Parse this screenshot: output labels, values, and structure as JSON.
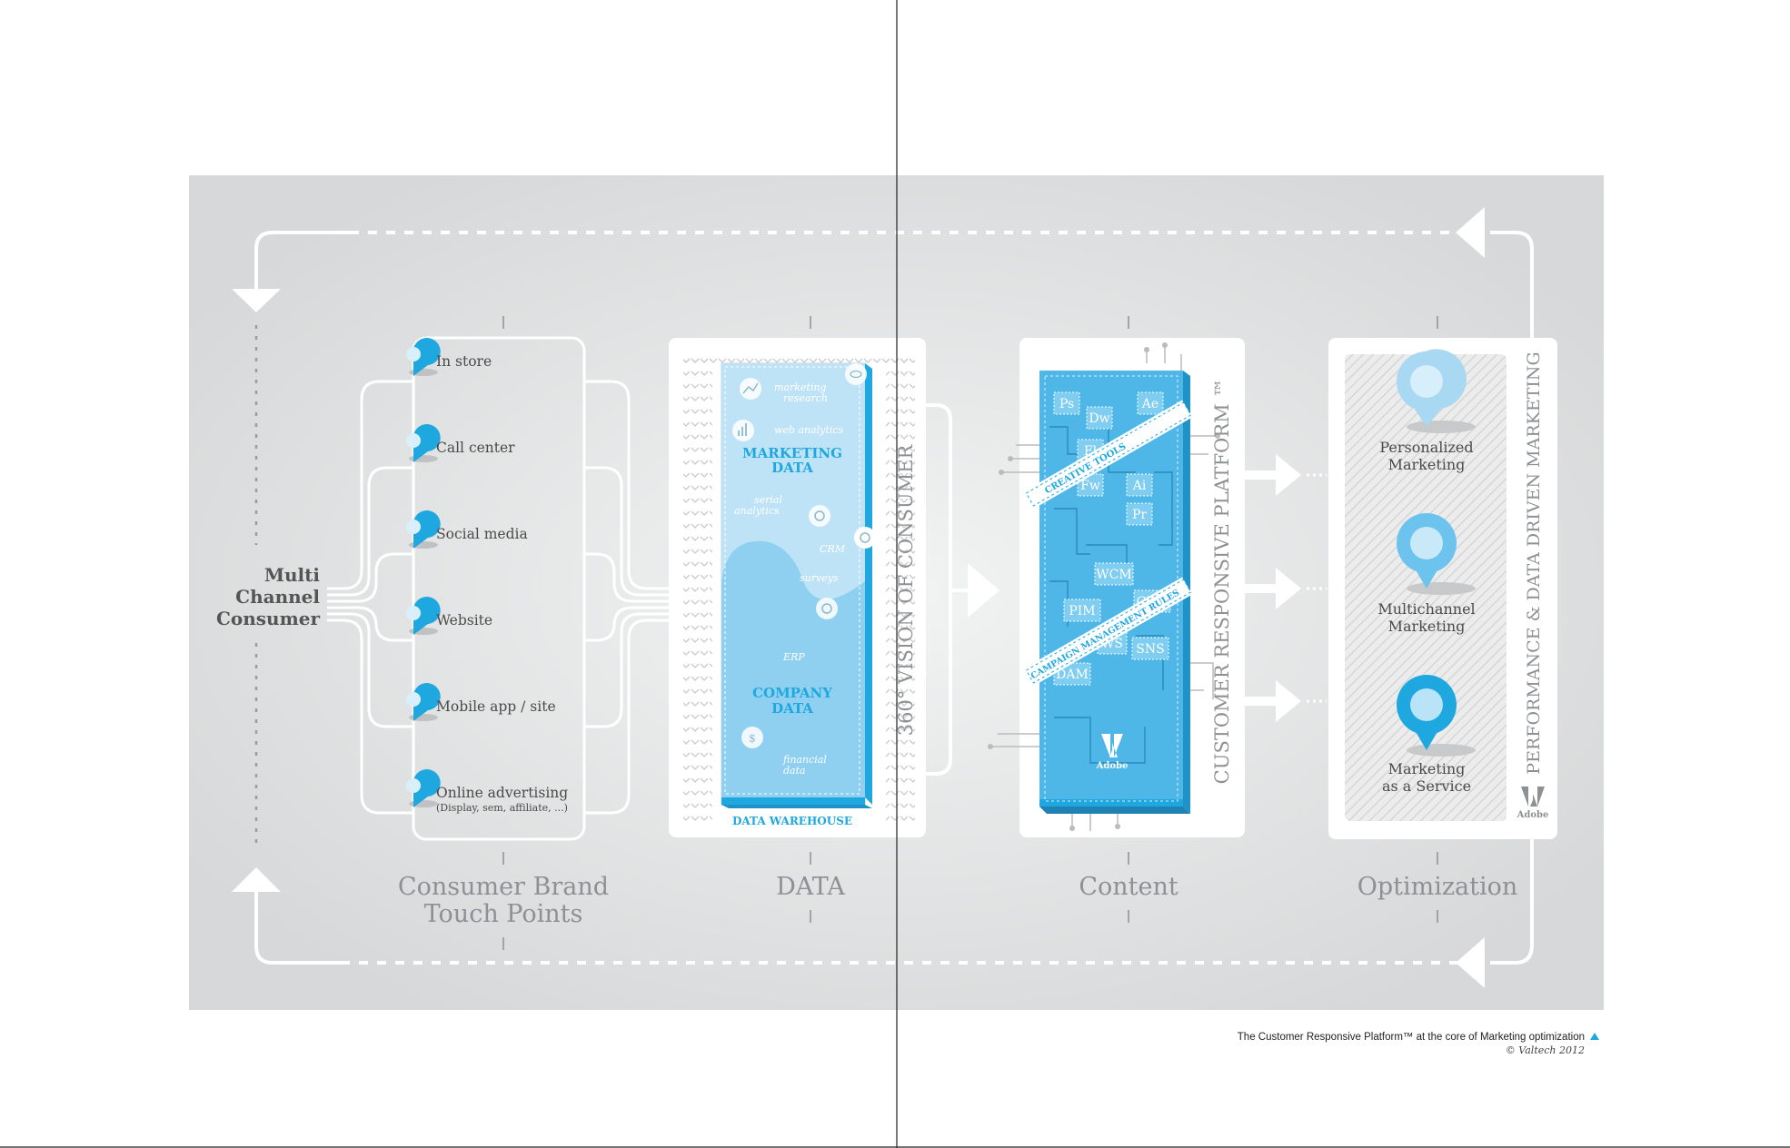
{
  "colors": {
    "panel_bg": "#d9dadb",
    "flow_lines": "#ffffff",
    "accent_blue": "#1fa8e0",
    "light_blue": "#a9d9f2",
    "mid_blue": "#5bbbe9",
    "label_gray": "#8e9193",
    "dark_text": "#4a4a4a"
  },
  "consumer": {
    "line1": "Multi",
    "line2": "Channel",
    "line3": "Consumer"
  },
  "touchpoints": {
    "items": [
      {
        "label": "In store",
        "sub": ""
      },
      {
        "label": "Call center",
        "sub": ""
      },
      {
        "label": "Social media",
        "sub": ""
      },
      {
        "label": "Website",
        "sub": ""
      },
      {
        "label": "Mobile app / site",
        "sub": ""
      },
      {
        "label": "Online advertising",
        "sub": "(Display, sem, affiliate, ...)"
      }
    ],
    "heading_line1": "Consumer Brand",
    "heading_line2": "Touch Points"
  },
  "data": {
    "heading": "DATA",
    "vertical_label": "360° VISION OF CONSUMER",
    "warehouse": "DATA WAREHOUSE",
    "marketing_data_line1": "MARKETING",
    "marketing_data_line2": "DATA",
    "company_data_line1": "COMPANY",
    "company_data_line2": "DATA",
    "sources": {
      "marketing_research_1": "marketing",
      "marketing_research_2": "research",
      "web_analytics": "web analytics",
      "serial_analytics_1": "serial",
      "serial_analytics_2": "analytics",
      "crm": "CRM",
      "surveys": "surveys",
      "erp": "ERP",
      "financial_1": "financial",
      "financial_2": "data"
    }
  },
  "content": {
    "heading": "Content",
    "vertical_label": "CUSTOMER RESPONSIVE PLATFORM ™",
    "creative_tools": "CREATIVE TOOLS",
    "campaign_rules": "CAMPAIGN MANAGEMENT RULES",
    "apps": [
      "Ps",
      "Dw",
      "Ae",
      "Fl",
      "Fw",
      "Ai",
      "Pr"
    ],
    "systems": [
      "WCM",
      "PIM",
      "CMS",
      "DAM",
      "SNS",
      "WS"
    ],
    "vendor": "Adobe"
  },
  "optimization": {
    "heading": "Optimization",
    "vertical_label": "PERFORMANCE & DATA DRIVEN MARKETING",
    "items": [
      {
        "line1": "Personalized",
        "line2": "Marketing"
      },
      {
        "line1": "Multichannel",
        "line2": "Marketing"
      },
      {
        "line1": "Marketing",
        "line2": "as a Service"
      }
    ],
    "vendor": "Adobe"
  },
  "caption": {
    "text": "The Customer Responsive Platform™ at the core of Marketing optimization",
    "credit": "© Valtech 2012"
  }
}
